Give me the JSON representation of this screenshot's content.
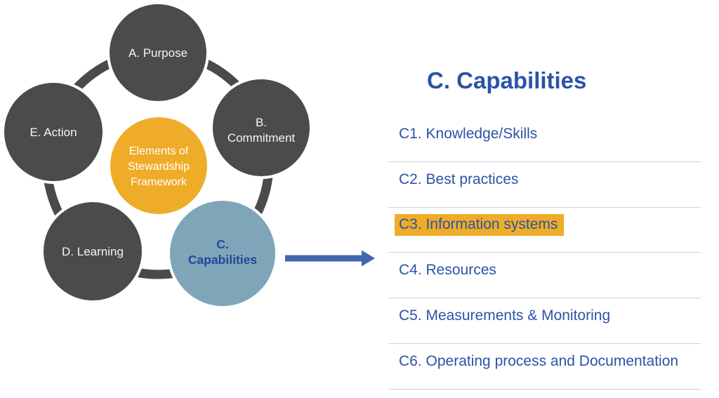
{
  "colors": {
    "node_gray": "#4B4B4B",
    "ring_gray": "#4A4A4A",
    "center_yellow": "#EFAC28",
    "capabilities_node_blue": "#7FA5B8",
    "capabilities_node_text": "#24479C",
    "arrow_blue": "#4066AE",
    "panel_text_blue": "#2B53A6",
    "separator_gray": "#CBD3DE",
    "highlight_yellow": "#EFAC28"
  },
  "diagram": {
    "center_circle": {
      "lines": [
        "Elements of",
        "Stewardship",
        "Framework"
      ]
    },
    "nodes": {
      "purpose": {
        "label": "A. Purpose"
      },
      "commitment": {
        "line1": "B.",
        "line2": "Commitment"
      },
      "capabilities": {
        "line1": "C.",
        "line2": "Capabilities"
      },
      "learning": {
        "label": "D. Learning"
      },
      "action": {
        "label": "E. Action"
      }
    }
  },
  "panel": {
    "title": "C. Capabilities",
    "items": [
      {
        "id": "c1",
        "label": "C1. Knowledge/Skills",
        "highlighted": false
      },
      {
        "id": "c2",
        "label": "C2. Best practices",
        "highlighted": false
      },
      {
        "id": "c3",
        "label": "C3. Information systems",
        "highlighted": true
      },
      {
        "id": "c4",
        "label": "C4. Resources",
        "highlighted": false
      },
      {
        "id": "c5",
        "label": "C5. Measurements & Monitoring",
        "highlighted": false
      },
      {
        "id": "c6",
        "label": "C6. Operating process and Documentation",
        "highlighted": false
      }
    ]
  }
}
